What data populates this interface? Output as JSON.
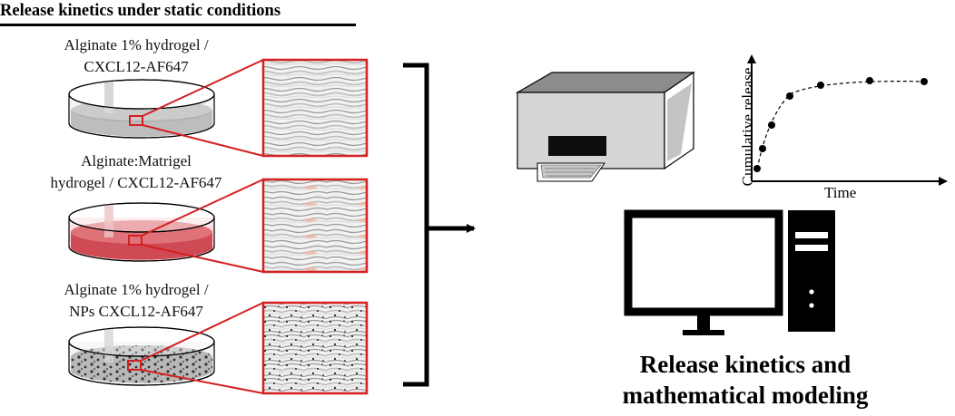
{
  "heading": "Release kinetics under static conditions",
  "conditions": [
    {
      "line1": "Alginate 1% hydrogel /",
      "line2": "CXCL12-AF647"
    },
    {
      "line1": "Alginate:Matrigel",
      "line2": "hydrogel / CXCL12-AF647"
    },
    {
      "line1": "Alginate 1% hydrogel /",
      "line2": "NPs CXCL12-AF647"
    }
  ],
  "inset_chart": {
    "ylabel": "Cumulative release",
    "xlabel": "Time"
  },
  "result": {
    "line1": "Release kinetics and",
    "line2": "mathematical modeling"
  },
  "colors": {
    "highlight_red": "#d42020",
    "matrigel_pink": "#e0737a",
    "reader_top": "#8c8c8c",
    "reader_side": "#cfcfcf"
  },
  "icons": [
    "petri-dish-icon",
    "plate-reader-icon",
    "computer-monitor-icon",
    "pc-tower-icon"
  ]
}
